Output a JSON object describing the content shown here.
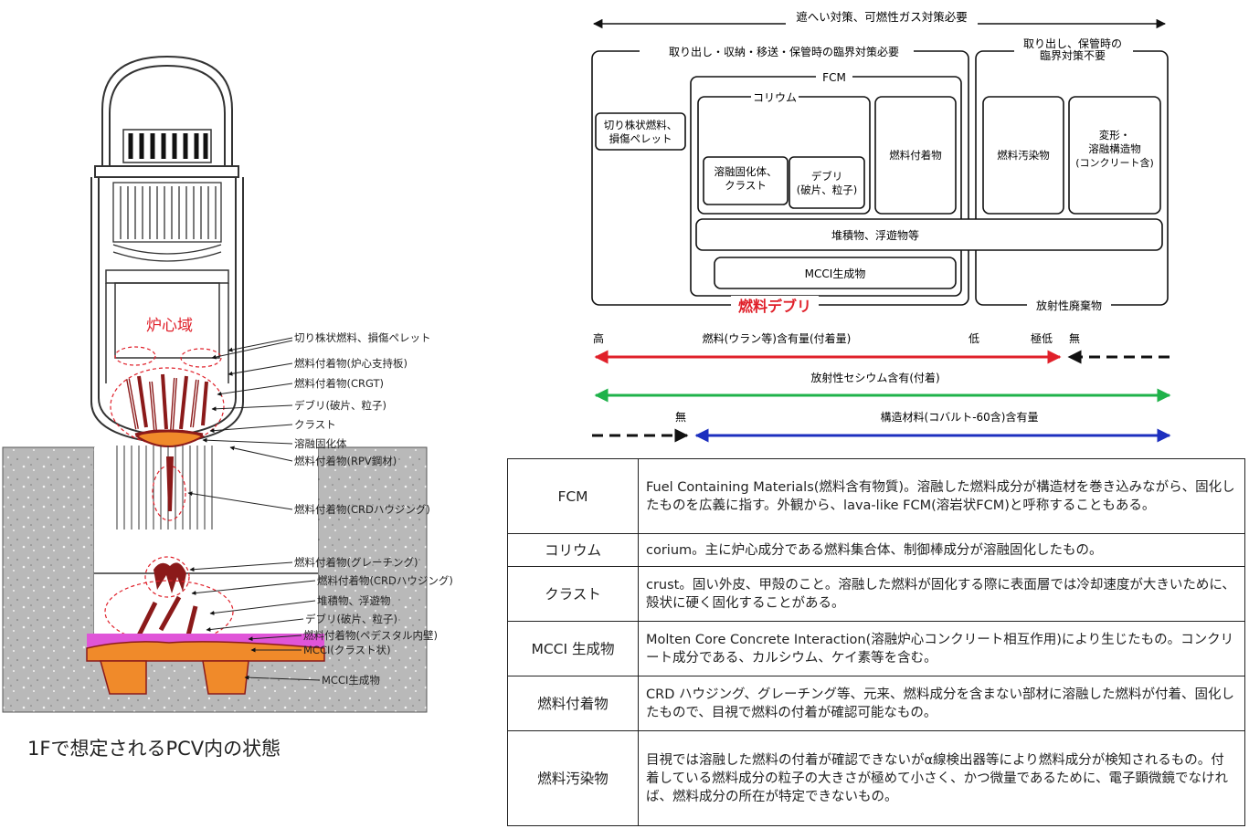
{
  "reactor": {
    "core_label": "炉心域",
    "callouts": [
      "切り株状燃料、損傷ペレット",
      "燃料付着物(炉心支持板)",
      "燃料付着物(CRGT)",
      "デブリ(破片、粒子)",
      "クラスト",
      "溶融固化体",
      "燃料付着物(RPV鋼材)",
      "燃料付着物(CRDハウジング)",
      "燃料付着物(グレーチング)",
      "燃料付着物(CRDハウジング)",
      "堆積物、浮遊物",
      "デブリ(破片、粒子)",
      "燃料付着物(ペデスタル内壁)",
      "MCCI(クラスト状)",
      "MCCI生成物"
    ],
    "caption": "1Fで想定されるPCV内の状態"
  },
  "classification": {
    "top_arrow_label": "遮へい対策、可燃性ガス対策必要",
    "left_group_label": "取り出し・収納・移送・保管時の臨界対策必要",
    "right_group_label_1": "取り出し、保管時の",
    "right_group_label_2": "臨界対策不要",
    "fcm_label": "FCM",
    "corium_label": "コリウム",
    "box_stub_1": "切り株状燃料、",
    "box_stub_2": "損傷ペレット",
    "box_molten_1": "溶融固化体、",
    "box_molten_2": "クラスト",
    "box_debris_1": "デブリ",
    "box_debris_2": "(破片、粒子)",
    "box_adhered": "燃料付着物",
    "box_contaminated": "燃料汚染物",
    "box_deformed_1": "変形・",
    "box_deformed_2": "溶融構造物",
    "box_deformed_3": "(コンクリート含)",
    "box_deposits": "堆積物、浮遊物等",
    "box_mcci": "MCCI生成物",
    "fuel_debris_label": "燃料デブリ",
    "waste_label": "放射性廃棄物",
    "scale_high": "高",
    "scale_fuel": "燃料(ウラン等)含有量(付着量)",
    "scale_low": "低",
    "scale_very_low": "極低",
    "scale_none": "無",
    "scale_cesium": "放射性セシウム含有(付着)",
    "scale_none2": "無",
    "scale_structural": "構造材料(コバルト-60含)含有量"
  },
  "colors": {
    "red_arrow": "#e0202a",
    "green_arrow": "#1fb24a",
    "blue_arrow": "#1c2fbf",
    "fuel_debris_text": "#e0202a",
    "core_text": "#e0202a",
    "orange_mcci": "#f08a2a",
    "magenta_layer": "#e055d8",
    "concrete": "#b9b9b9"
  },
  "glossary": [
    {
      "term": "FCM",
      "definition": "Fuel Containing Materials(燃料含有物質)。溶融した燃料成分が構造材を巻き込みながら、固化したものを広義に指す。外観から、lava-like FCM(溶岩状FCM)と呼称することもある。"
    },
    {
      "term": "コリウム",
      "definition": "corium。主に炉心成分である燃料集合体、制御棒成分が溶融固化したもの。"
    },
    {
      "term": "クラスト",
      "definition": "crust。固い外皮、甲殻のこと。溶融した燃料が固化する際に表面層では冷却速度が大きいために、殻状に硬く固化することがある。"
    },
    {
      "term": "MCCI 生成物",
      "definition": "Molten Core Concrete Interaction(溶融炉心コンクリート相互作用)により生じたもの。コンクリート成分である、カルシウム、ケイ素等を含む。"
    },
    {
      "term": "燃料付着物",
      "definition": "CRD ハウジング、グレーチング等、元来、燃料成分を含まない部材に溶融した燃料が付着、固化したもので、目視で燃料の付着が確認可能なもの。"
    },
    {
      "term": "燃料汚染物",
      "definition": "目視では溶融した燃料の付着が確認できないがα線検出器等により燃料成分が検知されるもの。付着している燃料成分の粒子の大きさが極めて小さく、かつ微量であるために、電子顕微鏡でなければ、燃料成分の所在が特定できないもの。"
    }
  ]
}
